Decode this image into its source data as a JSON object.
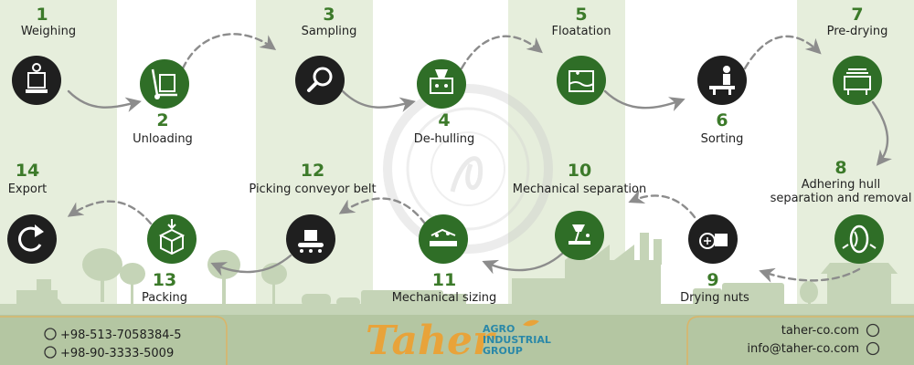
{
  "colors": {
    "green": "#2f6e27",
    "dark": "#1f1f1f",
    "number": "#3c7a2a",
    "band": "#e6eedc",
    "footer": "#b4c6a2",
    "silhouette": "#c5d4b7",
    "arrow": "#8c8c8c",
    "logo_orange": "#e8a33a",
    "logo_teal": "#2a88a8"
  },
  "steps": [
    {
      "number": "1",
      "label": "Weighing",
      "icon": "scale-icon",
      "tone": "dark"
    },
    {
      "number": "2",
      "label": "Unloading",
      "icon": "hand-truck-icon",
      "tone": "green"
    },
    {
      "number": "3",
      "label": "Sampling",
      "icon": "magnifier-icon",
      "tone": "dark"
    },
    {
      "number": "4",
      "label": "De-hulling",
      "icon": "dehuller-machine-icon",
      "tone": "green"
    },
    {
      "number": "5",
      "label": "Floatation",
      "icon": "water-tank-icon",
      "tone": "green"
    },
    {
      "number": "6",
      "label": "Sorting",
      "icon": "sorting-worker-icon",
      "tone": "dark"
    },
    {
      "number": "7",
      "label": "Pre-drying",
      "icon": "dryer-machine-icon",
      "tone": "green"
    },
    {
      "number": "8",
      "label": "Adhering hull",
      "label2": "separation and removal",
      "icon": "pistachio-icon",
      "tone": "green"
    },
    {
      "number": "9",
      "label": "Drying nuts",
      "icon": "drum-dryer-icon",
      "tone": "dark"
    },
    {
      "number": "10",
      "label": "Mechanical separation",
      "icon": "separator-machine-icon",
      "tone": "green"
    },
    {
      "number": "11",
      "label": "Mechanical sizing",
      "icon": "sizing-machine-icon",
      "tone": "green"
    },
    {
      "number": "12",
      "label": "Picking conveyor belt",
      "icon": "conveyor-belt-icon",
      "tone": "dark"
    },
    {
      "number": "13",
      "label": "Packing",
      "icon": "box-icon",
      "tone": "green"
    },
    {
      "number": "14",
      "label": "Export",
      "icon": "export-arrow-icon",
      "tone": "dark"
    }
  ],
  "footer": {
    "phone1": "+98-513-7058384-5",
    "phone2": "+98-90-3333-5009",
    "website": "taher-co.com",
    "email": "info@taher-co.com",
    "logo_main": "Taher",
    "logo_sub1": "AGRO",
    "logo_sub2": "INDUSTRIAL",
    "logo_sub3": "GROUP"
  }
}
